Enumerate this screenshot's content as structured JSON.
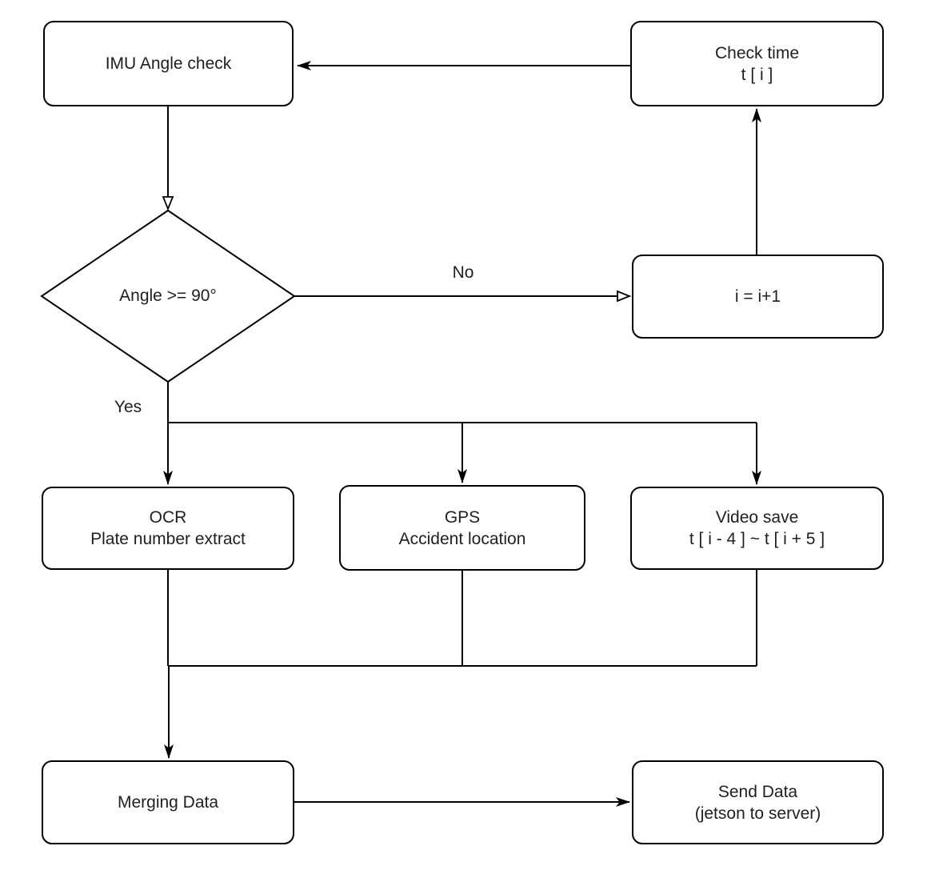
{
  "diagram": {
    "type": "flowchart",
    "colors": {
      "stroke": "#000000",
      "background": "#ffffff",
      "text": "#1f1f1f"
    },
    "nodes": {
      "imu_check": {
        "label": "IMU Angle check"
      },
      "check_time": {
        "line1": "Check time",
        "line2": "t [ i ]"
      },
      "angle_decision": {
        "label": "Angle >= 90°"
      },
      "increment": {
        "label": "i = i+1"
      },
      "ocr": {
        "line1": "OCR",
        "line2": "Plate number extract"
      },
      "gps": {
        "line1": "GPS",
        "line2": "Accident location"
      },
      "video_save": {
        "line1": "Video save",
        "line2": "t [ i - 4 ] ~ t [ i + 5 ]"
      },
      "merging_data": {
        "label": "Merging Data"
      },
      "send_data": {
        "line1": "Send Data",
        "line2": "(jetson to server)"
      }
    },
    "edge_labels": {
      "no": "No",
      "yes": "Yes"
    },
    "edges": [
      {
        "from": "check_time",
        "to": "imu_check",
        "arrowhead": "solid"
      },
      {
        "from": "imu_check",
        "to": "angle_decision",
        "arrowhead": "open"
      },
      {
        "from": "angle_decision",
        "to": "increment",
        "label": "No",
        "arrowhead": "open"
      },
      {
        "from": "increment",
        "to": "check_time",
        "arrowhead": "solid"
      },
      {
        "from": "angle_decision",
        "to": "ocr",
        "label": "Yes",
        "arrowhead": "solid"
      },
      {
        "from": "angle_decision",
        "to": "gps",
        "label": "Yes",
        "arrowhead": "solid"
      },
      {
        "from": "angle_decision",
        "to": "video_save",
        "label": "Yes",
        "arrowhead": "solid"
      },
      {
        "from": "ocr",
        "to": "merging_data",
        "arrowhead": "solid"
      },
      {
        "from": "gps",
        "to": "merging_data",
        "arrowhead": "solid"
      },
      {
        "from": "video_save",
        "to": "merging_data",
        "arrowhead": "solid"
      },
      {
        "from": "merging_data",
        "to": "send_data",
        "arrowhead": "solid"
      }
    ]
  }
}
